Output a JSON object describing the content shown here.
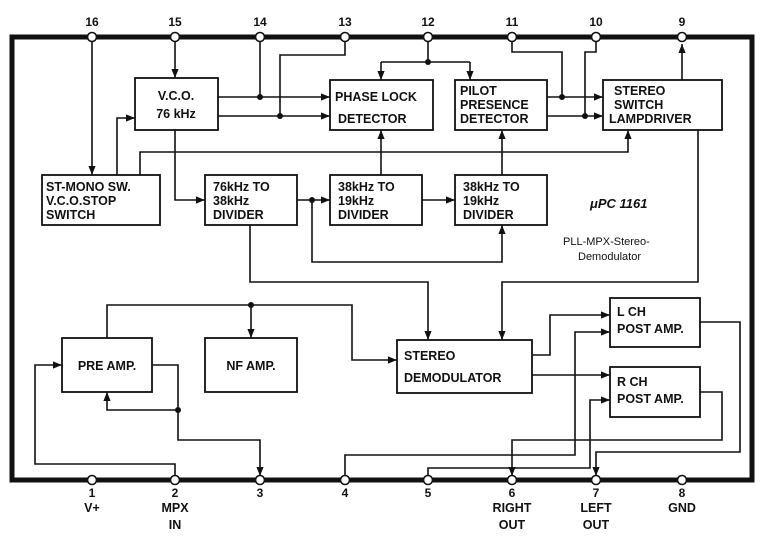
{
  "chip": {
    "part_number": "μPC 1161",
    "function_lines": [
      "PLL-MPX-Stereo-",
      "Demodulator"
    ]
  },
  "pins": {
    "p16": {
      "number": "16"
    },
    "p15": {
      "number": "15"
    },
    "p14": {
      "number": "14"
    },
    "p13": {
      "number": "13"
    },
    "p12": {
      "number": "12"
    },
    "p11": {
      "number": "11"
    },
    "p10": {
      "number": "10"
    },
    "p9": {
      "number": "9"
    },
    "p1": {
      "number": "1",
      "label": [
        "V+"
      ]
    },
    "p2": {
      "number": "2",
      "label": [
        "MPX",
        "IN"
      ]
    },
    "p3": {
      "number": "3"
    },
    "p4": {
      "number": "4"
    },
    "p5": {
      "number": "5"
    },
    "p6": {
      "number": "6",
      "label": [
        "RIGHT",
        "OUT"
      ]
    },
    "p7": {
      "number": "7",
      "label": [
        "LEFT",
        "OUT"
      ]
    },
    "p8": {
      "number": "8",
      "label": [
        "GND"
      ]
    }
  },
  "blocks": {
    "vco": {
      "lines": [
        "V.C.O.",
        "76 kHz"
      ]
    },
    "phase_lock_detector": {
      "lines": [
        "PHASE LOCK",
        "DETECTOR"
      ]
    },
    "pilot_presence_detector": {
      "lines": [
        "PILOT",
        "PRESENCE",
        "DETECTOR"
      ]
    },
    "stereo_switch_lamp_driver": {
      "lines": [
        "STEREO",
        "SWITCH",
        "LAMPDRIVER"
      ]
    },
    "st_mono_switch": {
      "lines": [
        "ST-MONO SW.",
        "V.C.O.STOP",
        "SWITCH"
      ]
    },
    "divider_76_38": {
      "lines": [
        "76kHz TO",
        "38kHz",
        "DIVIDER"
      ]
    },
    "divider_38_19_a": {
      "lines": [
        "38kHz TO",
        "19kHz",
        "DIVIDER"
      ]
    },
    "divider_38_19_b": {
      "lines": [
        "38kHz TO",
        "19kHz",
        "DIVIDER"
      ]
    },
    "pre_amp": {
      "lines": [
        "PRE AMP."
      ]
    },
    "nf_amp": {
      "lines": [
        "NF AMP."
      ]
    },
    "stereo_demodulator": {
      "lines": [
        "STEREO",
        "DEMODULATOR"
      ]
    },
    "l_ch_post_amp": {
      "lines": [
        "L CH",
        "POST AMP."
      ]
    },
    "r_ch_post_amp": {
      "lines": [
        "R CH",
        "POST AMP."
      ]
    }
  },
  "colors": {
    "ink": "#111111",
    "paper": "#ffffff"
  }
}
